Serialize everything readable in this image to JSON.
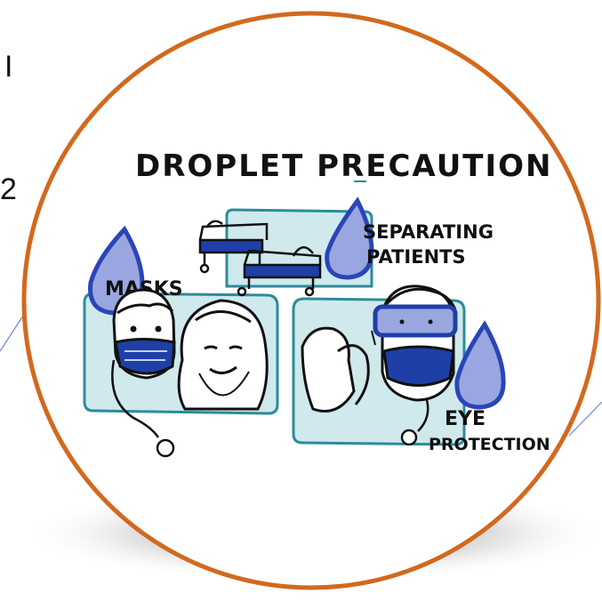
{
  "slide_text_fragments": [
    "I",
    "2"
  ],
  "illustration": {
    "title": "DROPLET PRECAUTION",
    "labels": {
      "masks": "MASKS",
      "separating_line1": "SEPARATING",
      "separating_line2": "PATIENTS",
      "eye_line1": "EYE",
      "eye_line2": "PROTECTION"
    }
  },
  "colors": {
    "circle_border": "#d2691e",
    "droplet_fill": "#9aa6e0",
    "droplet_stroke": "#2a45b8",
    "mask_blue": "#1f3fa8",
    "panel_teal": "#cfe9ec",
    "panel_stroke": "#2b8c9a",
    "ink": "#111111"
  },
  "icons": [
    "droplet-icon",
    "hospital-bed-icon",
    "person-mask-icon",
    "goggles-icon",
    "stethoscope-icon"
  ]
}
